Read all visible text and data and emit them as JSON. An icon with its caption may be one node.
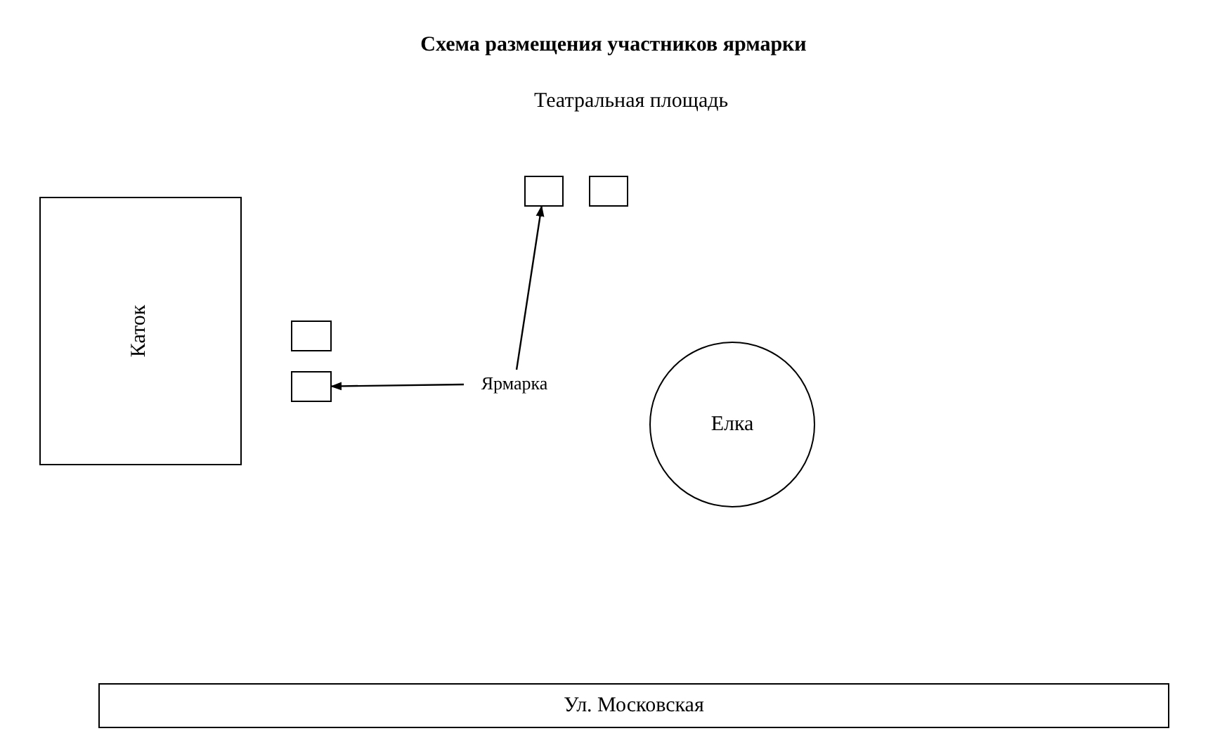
{
  "diagram": {
    "title": "Схема размещения участников ярмарки",
    "nodes": [
      {
        "text": [
          "Каток"
        ]
      },
      {
        "text": [
          "Ярмарка"
        ]
      },
      {
        "text": [
          "Елка"
        ]
      },
      {
        "text": [
          "Ул. Московская"
        ]
      },
      {
        "text": [],
        "shape": "box"
      },
      {
        "text": [],
        "shape": "box"
      },
      {
        "text": [],
        "shape": "box"
      },
      {
        "text": [],
        "shape": "box"
      }
    ],
    "edges": [
      {
        "from": 1,
        "to": 4,
        "arrow": "to"
      },
      {
        "from": 1,
        "to": 7,
        "arrow": "to"
      }
    ],
    "labels": [
      "Театральная площадь"
    ]
  }
}
